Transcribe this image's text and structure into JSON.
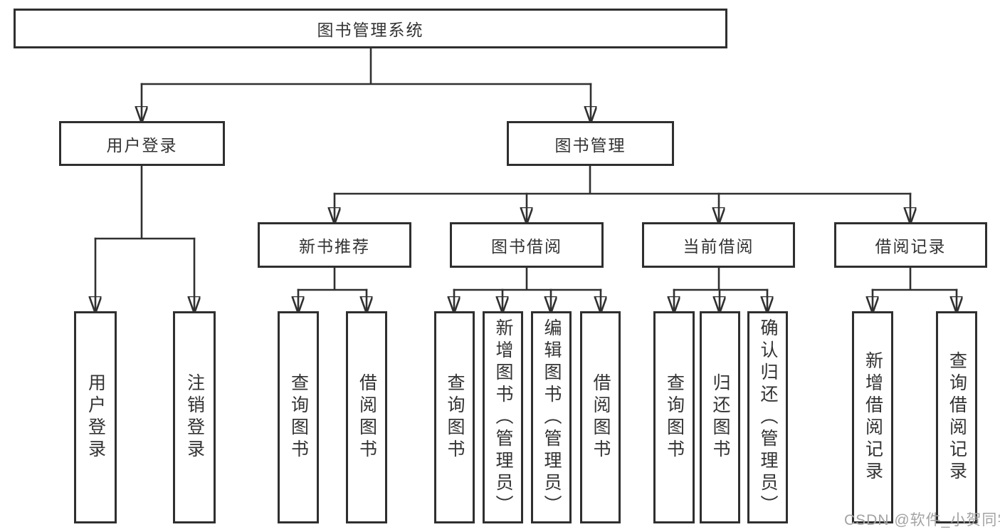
{
  "diagram": {
    "title": "图书管理系统",
    "colors": {
      "line": "#303030",
      "box_border": "#2f2f2f",
      "text": "#333333",
      "watermark": "#a3a3a3",
      "background": "#ffffff"
    },
    "nodes": {
      "root": {
        "label": "图书管理系统"
      },
      "user_login": {
        "label": "用户登录"
      },
      "book_mgmt": {
        "label": "图书管理"
      },
      "new_book_rec": {
        "label": "新书推荐"
      },
      "book_borrow": {
        "label": "图书借阅"
      },
      "current_borrow": {
        "label": "当前借阅"
      },
      "borrow_records": {
        "label": "借阅记录"
      },
      "user_login_leaf": {
        "label": "用户登录"
      },
      "logout_leaf": {
        "label": "注销登录"
      },
      "rec_query_books": {
        "label": "查询图书"
      },
      "rec_borrow_books": {
        "label": "借阅图书"
      },
      "bb_query_books": {
        "label": "查询图书"
      },
      "bb_add_books": {
        "label": "新增图书（管理员）"
      },
      "bb_edit_books": {
        "label": "编辑图书（管理员）"
      },
      "bb_borrow_books": {
        "label": "借阅图书"
      },
      "cb_query_books": {
        "label": "查询图书"
      },
      "cb_return_books": {
        "label": "归还图书"
      },
      "cb_confirm_return": {
        "label": "确认归还（管理员）"
      },
      "br_add_record": {
        "label": "新增借阅记录"
      },
      "br_query_record": {
        "label": "查询借阅记录"
      }
    },
    "hierarchy": {
      "图书管理系统": [
        "用户登录",
        "图书管理"
      ],
      "用户登录": [
        "用户登录",
        "注销登录"
      ],
      "图书管理": [
        "新书推荐",
        "图书借阅",
        "当前借阅",
        "借阅记录"
      ],
      "新书推荐": [
        "查询图书",
        "借阅图书"
      ],
      "图书借阅": [
        "查询图书",
        "新增图书（管理员）",
        "编辑图书（管理员）",
        "借阅图书"
      ],
      "当前借阅": [
        "查询图书",
        "归还图书",
        "确认归还（管理员）"
      ],
      "借阅记录": [
        "新增借阅记录",
        "查询借阅记录"
      ]
    },
    "watermark": "CSDN @软件_小贺同学"
  }
}
